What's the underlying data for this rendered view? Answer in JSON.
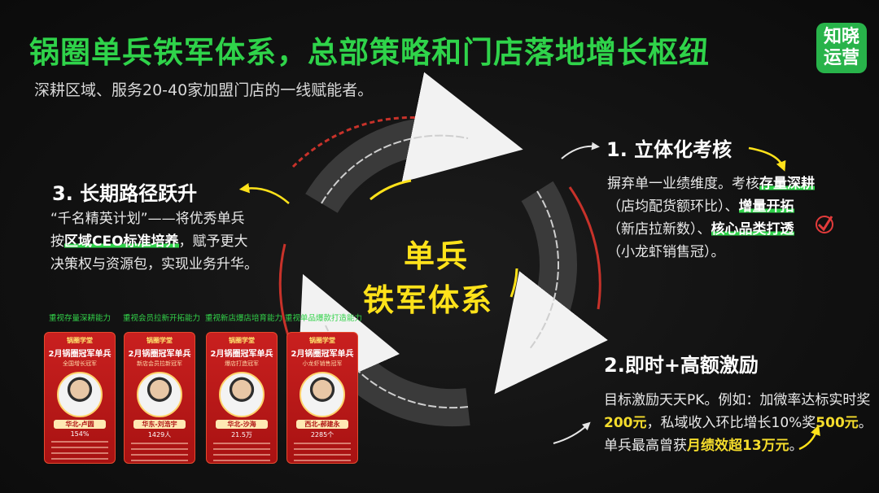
{
  "header": {
    "title": "锅圈单兵铁军体系，总部策略和门店落地增长枢纽",
    "subtitle": "深耕区域、服务20-40家加盟门店的一线赋能者。"
  },
  "logo": {
    "line1": "知晓",
    "line2": "运营"
  },
  "center": {
    "line1": "单兵",
    "line2": "铁军体系"
  },
  "section1": {
    "title": "1. 立体化考核",
    "lines": [
      {
        "a": "摒弃单一业绩维度。考核",
        "h": "存量深耕",
        "b": ""
      },
      {
        "a": "（店均配货额环比）、",
        "h": "增量开拓",
        "b": ""
      },
      {
        "a": "（新店拉新数）、",
        "h": "核心品类打透",
        "b": ""
      },
      {
        "a": "（小龙虾销售冠）。",
        "h": "",
        "b": ""
      }
    ]
  },
  "section2": {
    "title": "2.即时+高额激励",
    "line1": "目标激励天天PK。例如：加微率达标实时奖",
    "line2_h1": "200元",
    "line2_a": "，私域收入环比增长10%奖",
    "line2_h2": "500元",
    "line2_b": "。",
    "line3_a": "单兵最高曾获",
    "line3_h": "月绩效超13万元",
    "line3_b": "。"
  },
  "section3": {
    "title": "3. 长期路径跃升",
    "line1": "“千名精英计划”——将优秀单兵",
    "line2_a": "按",
    "line2_h": "区域CEO标准培养",
    "line2_b": "，赋予更大",
    "line3": "决策权与资源包，实现业务升华。"
  },
  "cards": [
    {
      "tag": "重视存量深耕能力",
      "head": "锅圈学堂",
      "title": "2月锅圈冠军单兵",
      "sub": "全国增长冠军",
      "name": "华北-卢圆",
      "num": "154%"
    },
    {
      "tag": "重视会员拉新开拓能力",
      "head": "锅圈学堂",
      "title": "2月锅圈冠军单兵",
      "sub": "新店会员拉新冠军",
      "name": "华东-刘浩宇",
      "num": "1429人"
    },
    {
      "tag": "重视新店爆店培育能力",
      "head": "锅圈学堂",
      "title": "2月锅圈冠军单兵",
      "sub": "爆店打造冠军",
      "name": "华北-沙海",
      "num": "21.5万"
    },
    {
      "tag": "重视单品爆款打造能力",
      "head": "锅圈学堂",
      "title": "2月锅圈冠军单兵",
      "sub": "小龙虾销售冠军",
      "name": "西北-郝建永",
      "num": "2285个"
    }
  ],
  "colors": {
    "accent_green": "#2fd34a",
    "highlight_yellow": "#ffe21a",
    "arc_red": "#c8322a",
    "background": "#111111"
  }
}
